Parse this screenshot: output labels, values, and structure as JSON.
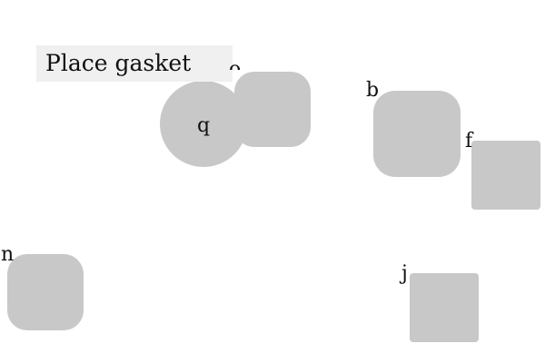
{
  "instruction": "Place gasket",
  "shapes": [
    {
      "label": "o",
      "kind": "rounded-square"
    },
    {
      "label": "q",
      "kind": "circle"
    },
    {
      "label": "b",
      "kind": "rounded-square"
    },
    {
      "label": "f",
      "kind": "square"
    },
    {
      "label": "n",
      "kind": "rounded-square"
    },
    {
      "label": "j",
      "kind": "square"
    }
  ],
  "colors": {
    "shape_fill": "#c8c8c8",
    "instruction_bg": "#f0f0f0",
    "background": "#ffffff"
  }
}
